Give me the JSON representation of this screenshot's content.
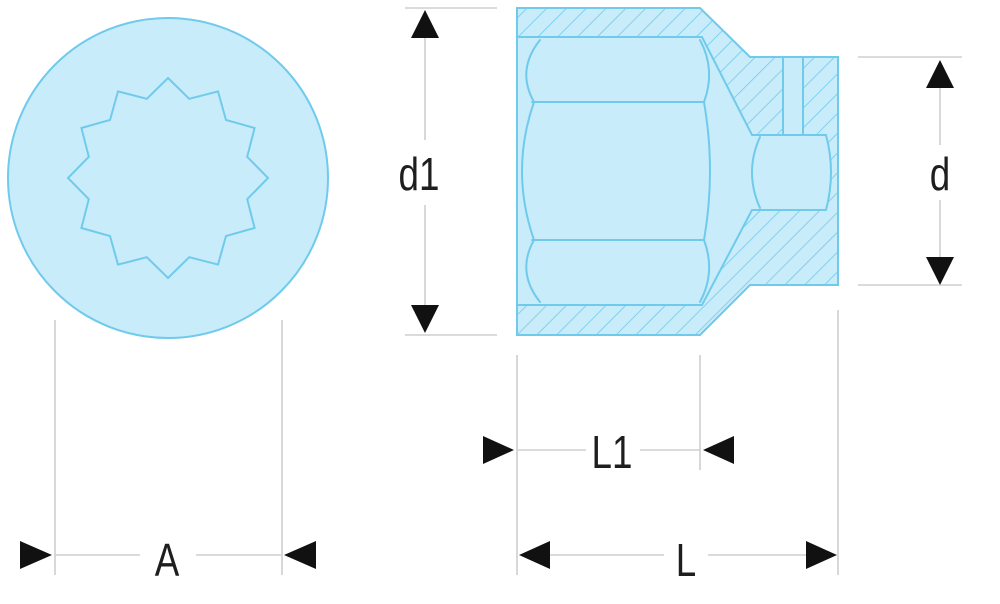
{
  "labels": {
    "A": "A",
    "d1": "d1",
    "d": "d",
    "L1": "L1",
    "L": "L"
  },
  "colors": {
    "part_fill": "#c9ecfa",
    "part_outline": "#6fcaec",
    "dimension_line": "#cfcfcf",
    "arrow": "#111111",
    "label_text": "#1e1e1e"
  }
}
